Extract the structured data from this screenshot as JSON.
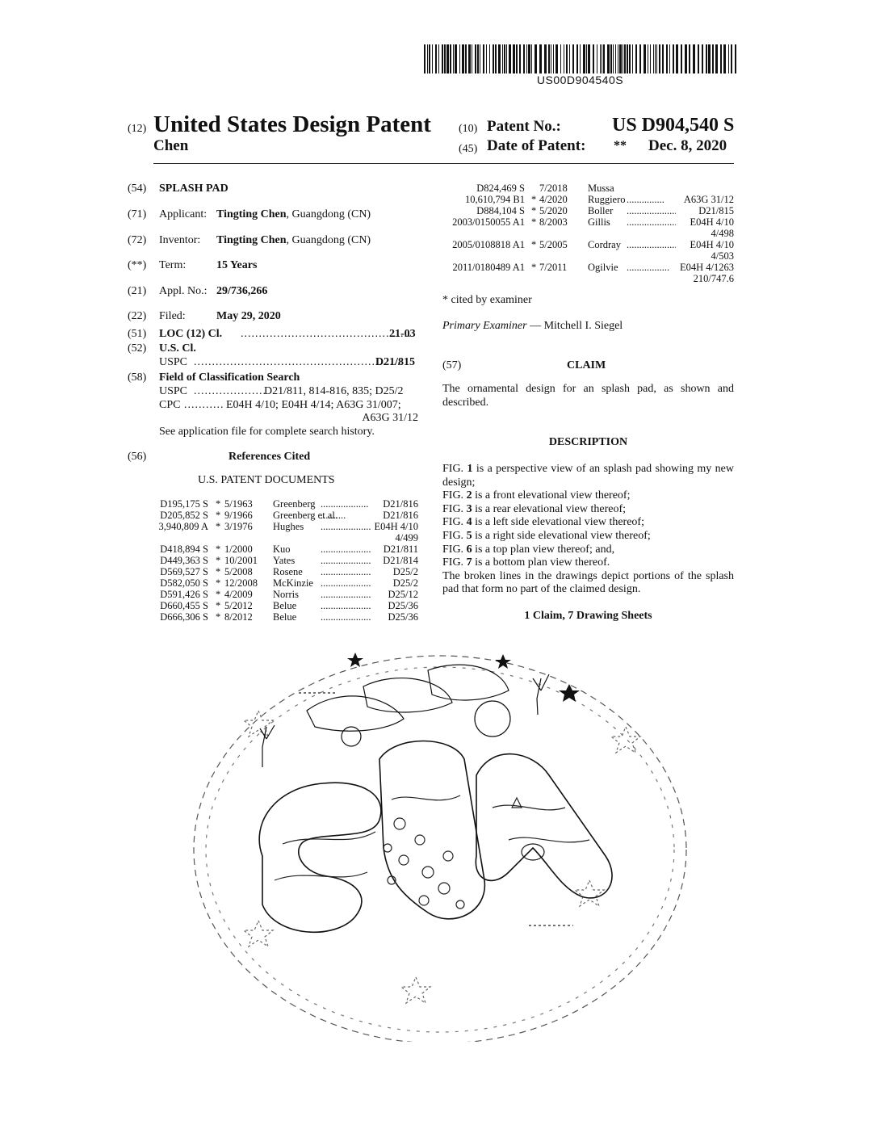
{
  "barcode_text": "US00D904540S",
  "header": {
    "code12": "(12)",
    "title": "United States Design Patent",
    "inventor_surname": "Chen",
    "code10": "(10)",
    "patent_no_label": "Patent No.:",
    "patent_no": "US D904,540 S",
    "code45": "(45)",
    "date_label": "Date of Patent:",
    "date_marker": "**",
    "date": "Dec. 8, 2020"
  },
  "left": {
    "f54": {
      "code": "(54)",
      "value": "SPLASH PAD"
    },
    "f71": {
      "code": "(71)",
      "label": "Applicant:",
      "name": "Tingting Chen",
      "rest": ", Guangdong (CN)"
    },
    "f72": {
      "code": "(72)",
      "label": "Inventor:",
      "name": "Tingting Chen",
      "rest": ", Guangdong (CN)"
    },
    "fterm": {
      "code": "(**)",
      "label": "Term:",
      "value": "15 Years"
    },
    "f21": {
      "code": "(21)",
      "label": "Appl. No.:",
      "value": "29/736,266"
    },
    "f22": {
      "code": "(22)",
      "label": "Filed:",
      "value": "May 29, 2020"
    },
    "f51": {
      "code": "(51)",
      "label": "LOC (12) Cl.",
      "dots": "...............................................",
      "value": "21-03"
    },
    "f52": {
      "code": "(52)",
      "label": "U.S. Cl.",
      "sub": "USPC",
      "dots": ".........................................................",
      "value": "D21/815"
    },
    "f58": {
      "code": "(58)",
      "label": "Field of Classification Search",
      "uspc": "USPC",
      "uspc_dots": "....................",
      "uspc_val": "D21/811, 814-816, 835; D25/2",
      "cpc": "CPC",
      "cpc_dots": "...........",
      "cpc_val": "E04H 4/10; E04H 4/14; A63G 31/007;",
      "cpc_val2": "A63G 31/12",
      "note": "See application file for complete search history."
    },
    "f56": {
      "code": "(56)",
      "label": "References Cited",
      "sub": "U.S. PATENT DOCUMENTS"
    },
    "refs": [
      {
        "doc": "D195,175 S",
        "star": "*",
        "date": "5/1963",
        "name": "Greenberg",
        "dots": "...................",
        "cls": "D21/816"
      },
      {
        "doc": "D205,852 S",
        "star": "*",
        "date": "9/1966",
        "name": "Greenberg et al.",
        "dots": "..........",
        "cls": "D21/816"
      },
      {
        "doc": "3,940,809 A",
        "star": "*",
        "date": "3/1976",
        "name": "Hughes",
        "dots": "......................",
        "cls": "E04H 4/10",
        "cls2": "4/499"
      },
      {
        "doc": "D418,894 S",
        "star": "*",
        "date": "1/2000",
        "name": "Kuo",
        "dots": ".............................",
        "cls": "D21/811"
      },
      {
        "doc": "D449,363 S",
        "star": "*",
        "date": "10/2001",
        "name": "Yates",
        "dots": "...........................",
        "cls": "D21/814"
      },
      {
        "doc": "D569,527 S",
        "star": "*",
        "date": "5/2008",
        "name": "Rosene",
        "dots": "...........................",
        "cls": "D25/2"
      },
      {
        "doc": "D582,050 S",
        "star": "*",
        "date": "12/2008",
        "name": "McKinzie",
        "dots": "........................",
        "cls": "D25/2"
      },
      {
        "doc": "D591,426 S",
        "star": "*",
        "date": "4/2009",
        "name": "Norris",
        "dots": "............................",
        "cls": "D25/12"
      },
      {
        "doc": "D660,455 S",
        "star": "*",
        "date": "5/2012",
        "name": "Belue",
        "dots": ".............................",
        "cls": "D25/36"
      },
      {
        "doc": "D666,306 S",
        "star": "*",
        "date": "8/2012",
        "name": "Belue",
        "dots": ".............................",
        "cls": "D25/36"
      }
    ]
  },
  "right": {
    "refs": [
      {
        "doc": "D824,469 S",
        "star": "",
        "date": "7/2018",
        "name": "Mussa",
        "dots": "",
        "cls": ""
      },
      {
        "doc": "10,610,794 B1",
        "star": "*",
        "date": "4/2020",
        "name": "Ruggiero",
        "dots": "...............",
        "cls": "A63G 31/12"
      },
      {
        "doc": "D884,104 S",
        "star": "*",
        "date": "5/2020",
        "name": "Boller",
        "dots": "..........................",
        "cls": "D21/815"
      },
      {
        "doc": "2003/0150055 A1",
        "star": "*",
        "date": "8/2003",
        "name": "Gillis",
        "dots": "........................",
        "cls": "E04H 4/10",
        "cls2": "4/498"
      },
      {
        "doc": "2005/0108818 A1",
        "star": "*",
        "date": "5/2005",
        "name": "Cordray",
        "dots": "....................",
        "cls": "E04H 4/10",
        "cls2": "4/503"
      },
      {
        "doc": "2011/0180489 A1",
        "star": "*",
        "date": "7/2011",
        "name": "Ogilvie",
        "dots": ".................",
        "cls": "E04H 4/1263",
        "cls2": "210/747.6"
      }
    ],
    "cited_note": "* cited by examiner",
    "examiner_label": "Primary Examiner",
    "examiner_name": "— Mitchell I. Siegel",
    "claim_code": "(57)",
    "claim_title": "CLAIM",
    "claim_text": "The ornamental design for an splash pad, as shown and described.",
    "desc_title": "DESCRIPTION",
    "desc_lines": [
      {
        "pre": "FIG. ",
        "num": "1",
        "post": " is a perspective view of an splash pad showing my new design;"
      },
      {
        "pre": "FIG. ",
        "num": "2",
        "post": " is a front elevational view thereof;"
      },
      {
        "pre": "FIG. ",
        "num": "3",
        "post": " is a rear elevational view thereof;"
      },
      {
        "pre": "FIG. ",
        "num": "4",
        "post": " is a left side elevational view thereof;"
      },
      {
        "pre": "FIG. ",
        "num": "5",
        "post": " is a right side elevational view thereof;"
      },
      {
        "pre": "FIG. ",
        "num": "6",
        "post": " is a top plan view thereof; and,"
      },
      {
        "pre": "FIG. ",
        "num": "7",
        "post": " is a bottom plan view thereof."
      }
    ],
    "broken_lines": "The broken lines in the drawings depict portions of the splash pad that form no part of the claimed design.",
    "sheets": "1 Claim, 7 Drawing Sheets"
  }
}
